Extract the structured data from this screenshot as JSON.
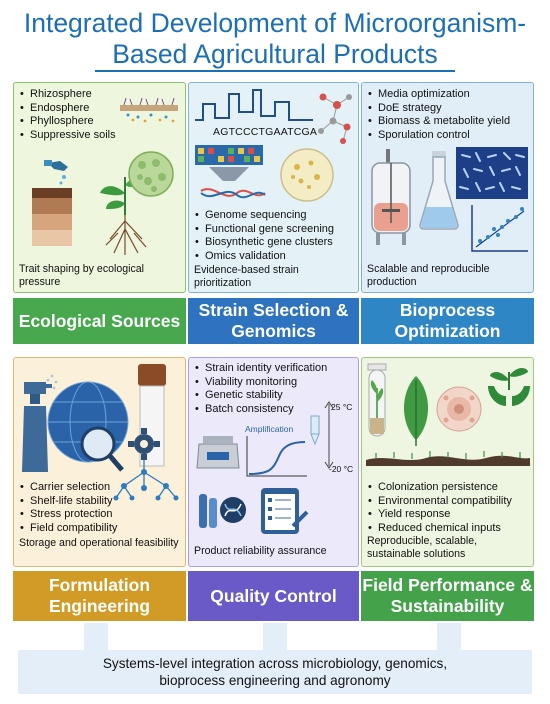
{
  "title": {
    "line1": "Integrated Development of Microorganism-",
    "line2": "Based Agricultural Products"
  },
  "panels": [
    {
      "bullets": [
        "Rhizosphere",
        "Endosphere",
        "Phyllosphere",
        "Suppressive soils"
      ],
      "caption": "Trait shaping by ecological pressure",
      "banner": "Ecological Sources",
      "color": "#48a84e",
      "bg": "#eef7de"
    },
    {
      "sequence": "AGTCCCTGAATCGA",
      "bullets": [
        "Genome sequencing",
        "Functional gene screening",
        "Biosynthetic gene clusters",
        "Omics validation"
      ],
      "caption": "Evidence-based strain prioritization",
      "banner": "Strain Selection & Genomics",
      "color": "#2e73bf",
      "bg": "#e4f2f7"
    },
    {
      "bullets": [
        "Media optimization",
        "DoE strategy",
        "Biomass & metabolite yield",
        "Sporulation control"
      ],
      "caption": "Scalable and reproducible production",
      "banner": "Bioprocess Optimization",
      "color": "#2e86c4",
      "bg": "#e1eef8"
    },
    {
      "bullets": [
        "Carrier selection",
        "Shelf-life stability",
        "Stress protection",
        "Field compatibility"
      ],
      "caption": "Storage and operational feasibility",
      "banner": "Formulation Engineering",
      "color": "#d29b26",
      "bg": "#fbf0d9"
    },
    {
      "bullets": [
        "Strain identity verification",
        "Viability monitoring",
        "Genetic stability",
        "Batch consistency"
      ],
      "amplification_label": "Amplification",
      "temp_high": "25 °C",
      "temp_low": "-20 °C",
      "caption": "Product reliability assurance",
      "banner": "Quality Control",
      "color": "#6a5ac8",
      "bg": "#eceafa"
    },
    {
      "bullets": [
        "Colonization persistence",
        "Environmental compatibility",
        "Yield response",
        "Reduced chemical inputs"
      ],
      "caption": "Reproducible, scalable, sustainable solutions",
      "banner": "Field Performance & Sustainability",
      "color": "#43a24a",
      "bg": "#eef6e2"
    }
  ],
  "footer": {
    "line1": "Systems-level integration across microbiology, genomics,",
    "line2": "bioprocess engineering and agronomy"
  }
}
